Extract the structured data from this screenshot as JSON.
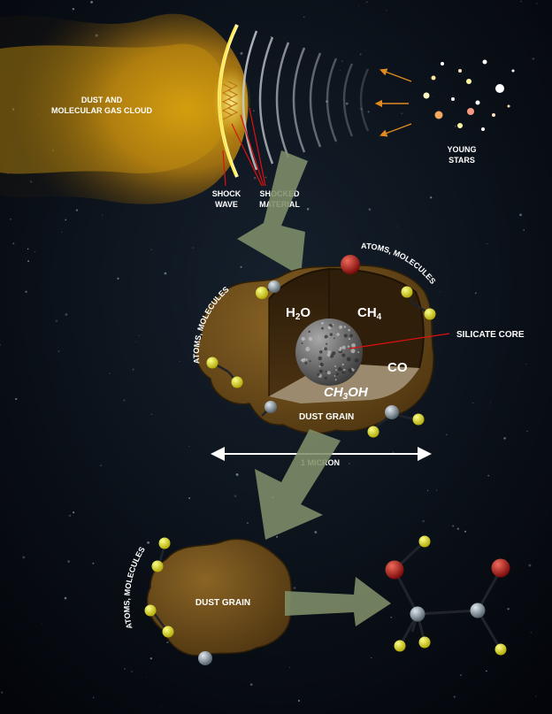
{
  "cloud": {
    "line1": "DUST AND",
    "line2": "MOLECULAR GAS CLOUD"
  },
  "young_stars": {
    "line1": "YOUNG",
    "line2": "STARS"
  },
  "shock": {
    "wave_line1": "SHOCK",
    "wave_line2": "WAVE",
    "material_line1": "SHOCKED",
    "material_line2": "MATERIAL"
  },
  "grain_top": {
    "atoms_left": "ATOMS, MOLECULES",
    "atoms_right": "ATOMS, MOLECULES",
    "h2o": {
      "base": "H",
      "sub": "2",
      "tail": "O"
    },
    "ch4": {
      "base": "CH",
      "sub": "4"
    },
    "co": "CO",
    "ch3oh": {
      "base": "CH",
      "sub": "3",
      "tail": "OH"
    },
    "silicate_core": "SILICATE CORE",
    "dust_grain": "DUST GRAIN",
    "scale": "1 MICRON"
  },
  "grain_bottom": {
    "atoms": "ATOMS, MOLECULES",
    "dust_grain": "DUST GRAIN"
  },
  "colors": {
    "background": "#05080f",
    "cloud": "#b8860b",
    "grain": "#6b4a1c",
    "grain_interior": "#3a250d",
    "arrow": "#7f8f6a",
    "shock": "#ffe94a",
    "leader": "#e01010",
    "atom_yellow": "#e8e020",
    "atom_grey": "#8a97a0",
    "atom_red": "#b01818"
  }
}
